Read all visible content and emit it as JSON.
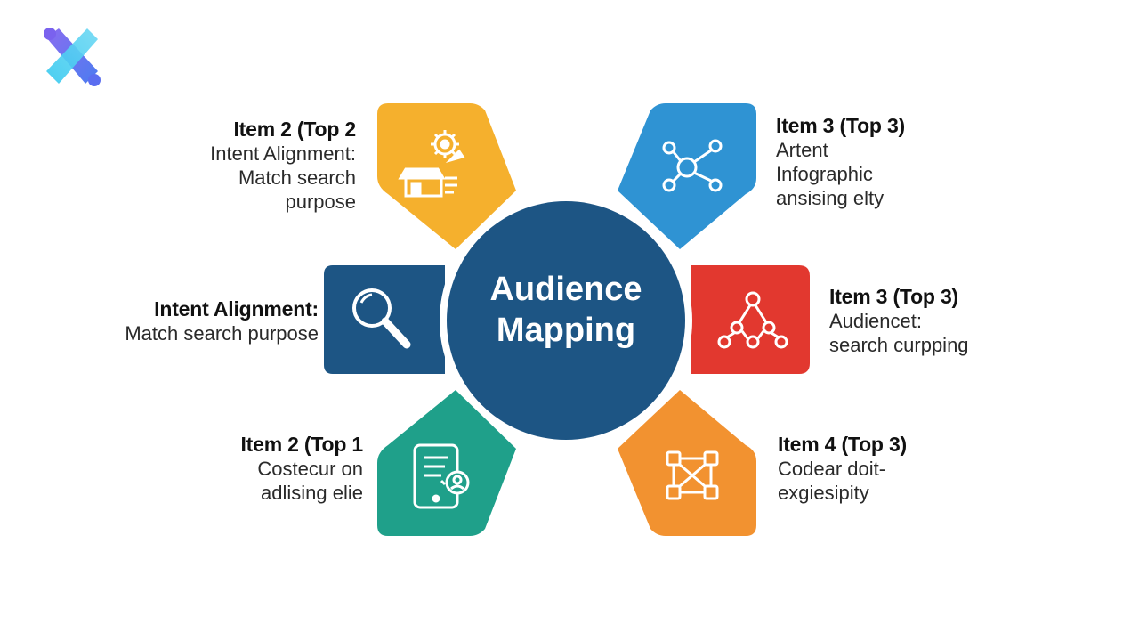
{
  "colors": {
    "yellow": "#f5b02d",
    "blue": "#2f93d3",
    "navy": "#1d5584",
    "red": "#e2382f",
    "teal": "#1fa08a",
    "orange": "#f29230",
    "center": "#1d5584"
  },
  "center": {
    "line1": "Audience",
    "line2": "Mapping"
  },
  "items": {
    "top_left": {
      "title": "Item 2 (Top 2",
      "line1": "Intent Alignment:",
      "line2": "Match search",
      "line3": "purpose",
      "icon": "gear-storefront-icon"
    },
    "top_right": {
      "title": "Item 3 (Top 3)",
      "line1": "Artent",
      "line2": "Infographic",
      "line3": "ansising elty",
      "icon": "network-nodes-icon"
    },
    "mid_left": {
      "title": "Intent Alignment:",
      "line1": "Match search purpose",
      "icon": "magnifier-icon"
    },
    "mid_right": {
      "title": "Item 3 (Top 3)",
      "line1": "Audiencet:",
      "line2": "search curpping",
      "icon": "hierarchy-nodes-icon"
    },
    "bottom_left": {
      "title": "Item 2 (Top 1",
      "line1": "Costecur on",
      "line2": "adlising elie",
      "icon": "tablet-profile-icon"
    },
    "bottom_right": {
      "title": "Item 4 (Top 3)",
      "line1": "Codear doit-",
      "line2": "exgiesipity",
      "icon": "connected-squares-icon"
    }
  }
}
